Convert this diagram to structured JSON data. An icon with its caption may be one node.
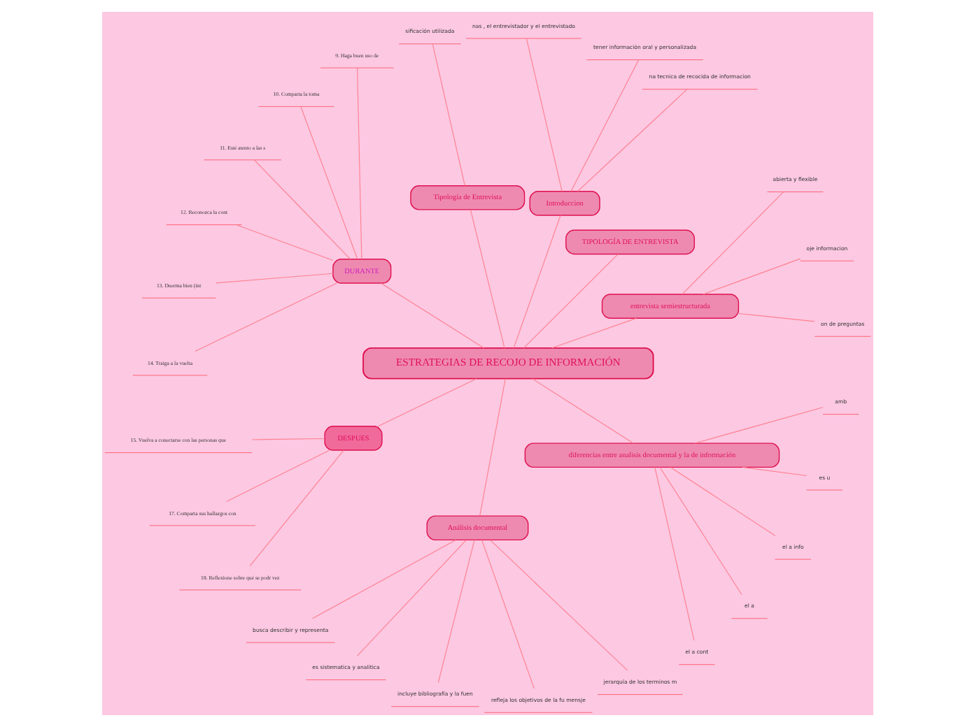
{
  "diagram": {
    "nodes": [
      {
        "text": [
          "ESTRATEGIAS DE RECOJO DE INFORMACIÓN"
        ]
      },
      {
        "text": [
          "entrevista semiestructurada"
        ]
      },
      {
        "text": [
          "on de preguntas"
        ]
      },
      {
        "text": [
          "oje informacion"
        ]
      },
      {
        "text": [
          "abierta y flexible"
        ]
      },
      {
        "text": [
          "TIPOLOGÍA DE ENTREVISTA"
        ]
      },
      {
        "text": [
          "Introduccion"
        ]
      },
      {
        "text": [
          "na tecnica de recocida de informacion"
        ]
      },
      {
        "text": [
          "tener información oral y personalizada"
        ]
      },
      {
        "text": [
          "nas , el entrevistador y el entrevistado"
        ]
      },
      {
        "text": [
          "Tipología de Entrevista"
        ]
      },
      {
        "text": [
          "sificación utilizada"
        ]
      },
      {
        "text": [
          "DURANTE"
        ]
      },
      {
        "text": [
          "9. Haga buen uso de"
        ]
      },
      {
        "text": [
          "10. Comparta la toma"
        ]
      },
      {
        "text": [
          "11. Esté atento a las s"
        ]
      },
      {
        "text": [
          "12. Reconozca la cont"
        ]
      },
      {
        "text": [
          "13. Duerma bien (int"
        ]
      },
      {
        "text": [
          "14. Traiga a la vuelta"
        ]
      },
      {
        "text": [
          "DESPUES"
        ]
      },
      {
        "text": [
          "15. Vuelva a conectarse con las personas que"
        ]
      },
      {
        "text": [
          "17. Comparta sus hallazgos con"
        ]
      },
      {
        "text": [
          "18. Reflexione sobre qué se podr vez"
        ]
      },
      {
        "text": [
          "Análisis documental"
        ]
      },
      {
        "text": [
          "busca describir y representa"
        ]
      },
      {
        "text": [
          "es sistematica y analitica"
        ]
      },
      {
        "text": [
          "incluye bibliografía y la fuen"
        ]
      },
      {
        "text": [
          "refleja los objetivos de la fu mensje"
        ]
      },
      {
        "text": [
          "jerarquía de los terminos m"
        ]
      },
      {
        "text": [
          "diferencias entre analisis documental y la de información"
        ]
      },
      {
        "text": [
          "el a cont"
        ]
      },
      {
        "text": [
          "el a"
        ]
      },
      {
        "text": [
          "el a info"
        ]
      },
      {
        "text": [
          "es u"
        ]
      },
      {
        "text": [
          "amb"
        ]
      }
    ],
    "edges": [
      {
        "from": 0,
        "to": 1,
        "arrow": "none"
      },
      {
        "from": 1,
        "to": 2,
        "arrow": "none"
      },
      {
        "from": 1,
        "to": 3,
        "arrow": "none"
      },
      {
        "from": 1,
        "to": 4,
        "arrow": "none"
      },
      {
        "from": 0,
        "to": 5,
        "arrow": "none"
      },
      {
        "from": 0,
        "to": 6,
        "arrow": "none"
      },
      {
        "from": 6,
        "to": 7,
        "arrow": "none"
      },
      {
        "from": 6,
        "to": 8,
        "arrow": "none"
      },
      {
        "from": 6,
        "to": 9,
        "arrow": "none"
      },
      {
        "from": 0,
        "to": 10,
        "arrow": "none"
      },
      {
        "from": 10,
        "to": 11,
        "arrow": "none"
      },
      {
        "from": 0,
        "to": 12,
        "arrow": "none"
      },
      {
        "from": 12,
        "to": 13,
        "arrow": "none"
      },
      {
        "from": 12,
        "to": 14,
        "arrow": "none"
      },
      {
        "from": 12,
        "to": 15,
        "arrow": "none"
      },
      {
        "from": 12,
        "to": 16,
        "arrow": "none"
      },
      {
        "from": 12,
        "to": 17,
        "arrow": "none"
      },
      {
        "from": 12,
        "to": 18,
        "arrow": "none"
      },
      {
        "from": 0,
        "to": 19,
        "arrow": "none"
      },
      {
        "from": 19,
        "to": 20,
        "arrow": "none"
      },
      {
        "from": 19,
        "to": 21,
        "arrow": "none"
      },
      {
        "from": 19,
        "to": 22,
        "arrow": "none"
      },
      {
        "from": 0,
        "to": 23,
        "arrow": "none"
      },
      {
        "from": 23,
        "to": 24,
        "arrow": "none"
      },
      {
        "from": 23,
        "to": 25,
        "arrow": "none"
      },
      {
        "from": 23,
        "to": 26,
        "arrow": "none"
      },
      {
        "from": 23,
        "to": 27,
        "arrow": "none"
      },
      {
        "from": 23,
        "to": 28,
        "arrow": "none"
      },
      {
        "from": 0,
        "to": 29,
        "arrow": "none"
      },
      {
        "from": 29,
        "to": 30,
        "arrow": "none"
      },
      {
        "from": 29,
        "to": 31,
        "arrow": "none"
      },
      {
        "from": 29,
        "to": 32,
        "arrow": "none"
      },
      {
        "from": 29,
        "to": 33,
        "arrow": "none"
      },
      {
        "from": 29,
        "to": 34,
        "arrow": "none"
      }
    ]
  }
}
